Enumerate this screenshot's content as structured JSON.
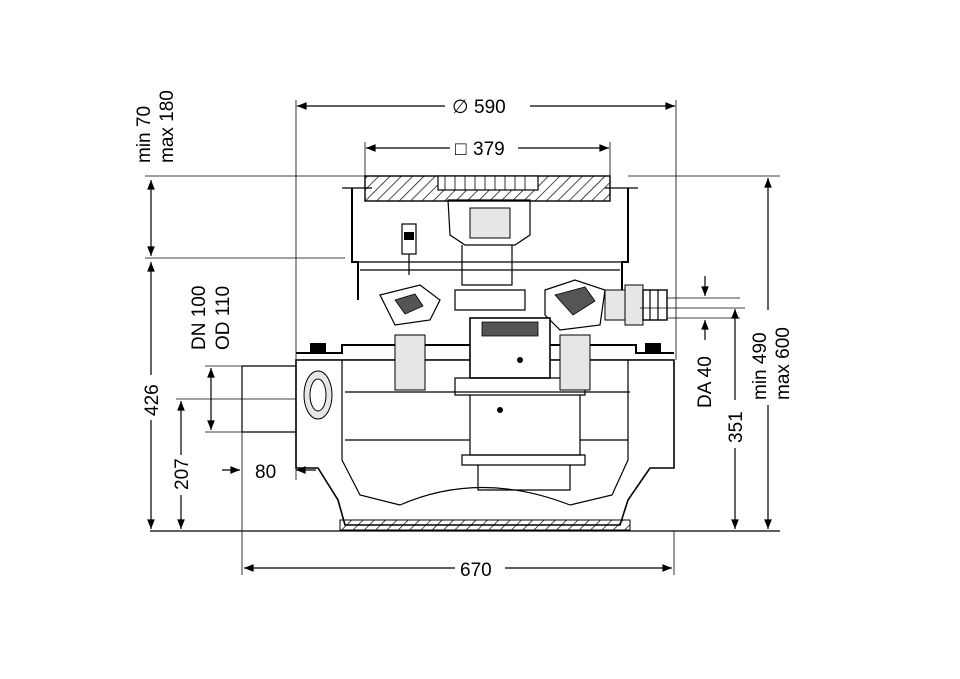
{
  "dimensions": {
    "outer_diameter": "590",
    "outer_diameter_symbol": "∅",
    "cover_size": "379",
    "cover_size_symbol": "□",
    "cover_adjust_min": "min 70",
    "cover_adjust_max": "max 180",
    "total_height": "426",
    "inlet_height": "207",
    "inlet_nominal": "DN 100",
    "inlet_outer": "OD 110",
    "inlet_offset": "80",
    "total_width": "670",
    "outlet_label": "DA 40",
    "outlet_height": "351",
    "depth_min": "min 490",
    "depth_max": "max 600"
  }
}
